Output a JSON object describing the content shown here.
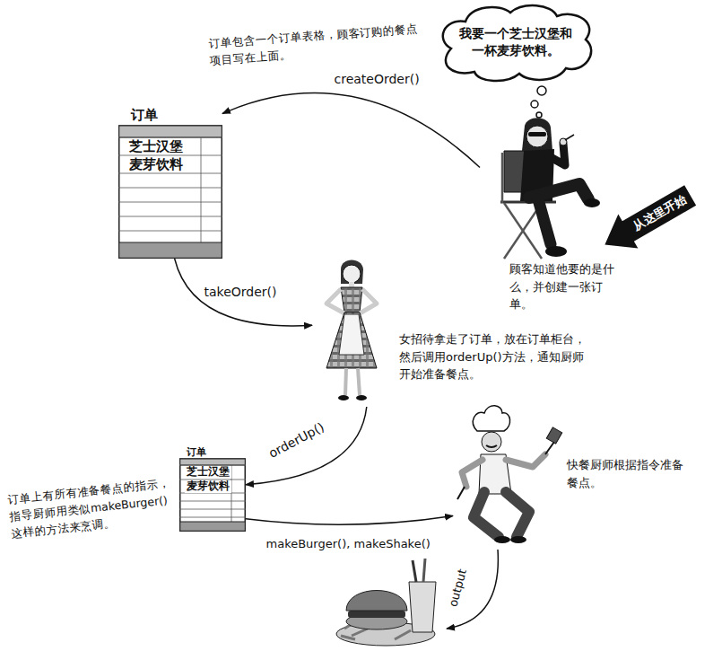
{
  "diagram": {
    "nodes": [
      {
        "text": [
          "我要一个芝士汉堡和一杯麦芽饮料。"
        ]
      },
      {
        "text": [
          "订单",
          "芝士汉堡",
          "麦芽饮料"
        ]
      },
      {
        "text": [
          "顾客知道他要的是什么，并创建一张订单。"
        ]
      },
      {
        "text": [
          "女招待拿走了订单，放在订单柜台，然后调用orderUp()方法，通知厨师开始准备餐点。"
        ]
      },
      {
        "text": [
          "订单",
          "芝士汉堡",
          "麦芽饮料"
        ]
      },
      {
        "text": [
          "快餐厨师根据指令准备餐点。"
        ]
      }
    ],
    "edges": [
      {
        "from": 2,
        "to": 1,
        "arrow": "to",
        "label": "createOrder()"
      },
      {
        "from": 1,
        "to": 3,
        "arrow": "to",
        "label": "takeOrder()"
      },
      {
        "from": 3,
        "to": 4,
        "arrow": "to",
        "label": "orderUp()"
      },
      {
        "from": 4,
        "to": 5,
        "arrow": "to",
        "label": "makeBurger(), makeShake()"
      }
    ],
    "labels": [
      "订单包含一个订单表格，顾客订购的餐点项目写在上面。",
      "从这里开始",
      "订单上有所有准备餐点的指示，指导厨师用类似makeBurger()这样的方法来烹调。",
      "output"
    ]
  }
}
